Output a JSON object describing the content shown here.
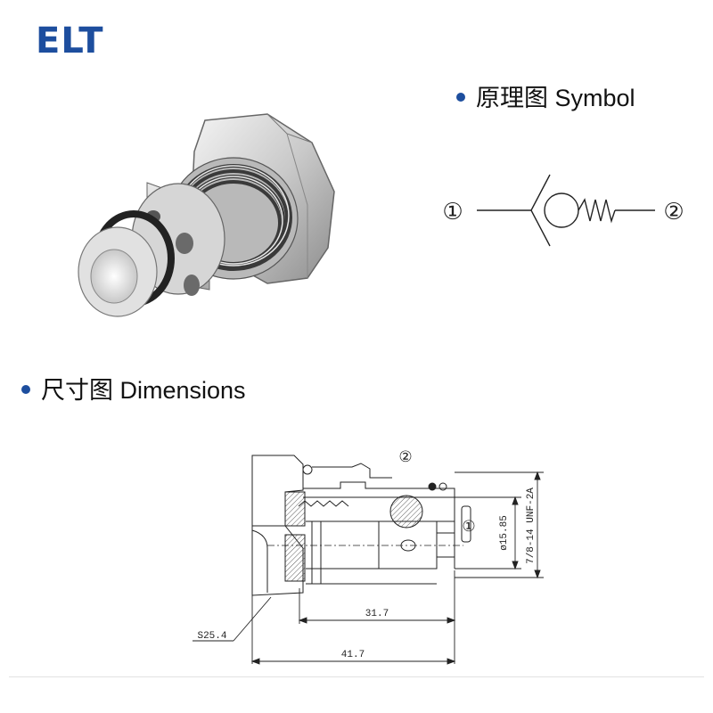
{
  "brand": {
    "logo_text": "ELT",
    "color": "#1d4e9e"
  },
  "sections": {
    "symbol": {
      "title": "原理图 Symbol"
    },
    "dimensions": {
      "title": "尺寸图 Dimensions"
    }
  },
  "symbol_diagram": {
    "port1_label": "①",
    "port2_label": "②"
  },
  "dimension_drawing": {
    "port2_label": "②",
    "port1_label": "①",
    "dim_bore": "ø15.85",
    "dim_thread": "7/8-14 UNF-2A",
    "dim_hex": "S25.4",
    "dim_inner_length": "31.7",
    "dim_total_length": "41.7"
  },
  "colors": {
    "accent": "#1d4e9e",
    "line": "#222222"
  }
}
